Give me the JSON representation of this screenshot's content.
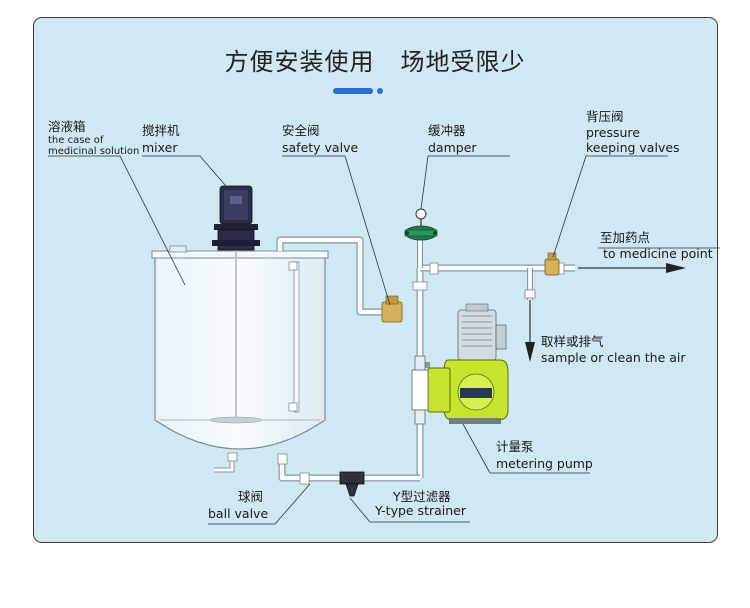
{
  "title": {
    "part1": "方便安装使用",
    "part2": "场地受限少"
  },
  "labels": {
    "tank_cn": "溶液箱",
    "tank_en1": "the case of",
    "tank_en2": "medicinal solution",
    "mixer_cn": "搅拌机",
    "mixer_en": "mixer",
    "safety_cn": "安全阀",
    "safety_en": "safety valve",
    "damper_cn": "缓冲器",
    "damper_en": "damper",
    "pressure_cn": "背压阀",
    "pressure_en1": "pressure",
    "pressure_en2": "keeping valves",
    "dose_cn": "至加药点",
    "dose_en": "to medicine point",
    "sample_cn": "取样或排气",
    "sample_en": "sample or clean the air",
    "pump_cn": "计量泵",
    "pump_en": "metering pump",
    "ball_cn": "球阀",
    "ball_en": "ball valve",
    "strainer_cn": "Y型过滤器",
    "strainer_en": "Y-type strainer"
  },
  "colors": {
    "accent": "#2b6fd1",
    "panel_bg": "#cfe8f3",
    "pump_green": "#c8e32e",
    "valve_brass": "#d7b15a"
  }
}
